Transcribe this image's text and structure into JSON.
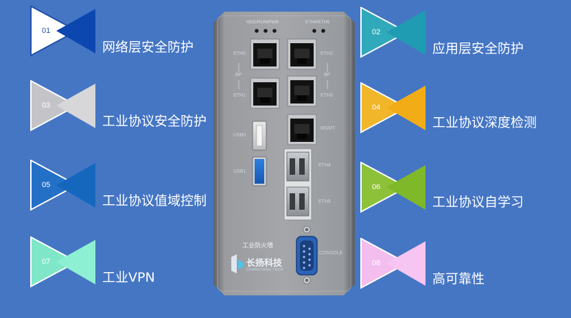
{
  "features": [
    {
      "num": "01",
      "label": "网络层安全防护",
      "colors": {
        "outline": "#1f4fa8",
        "light": "#1f4fa8",
        "dark": "#0c47b0"
      }
    },
    {
      "num": "02",
      "label": "应用层安全防护",
      "colors": {
        "outline": "#29a7b8",
        "light": "#30a9ba",
        "dark": "#1f9cb1"
      }
    },
    {
      "num": "03",
      "label": "工业协议安全防护",
      "colors": {
        "outline": "#b9b9bd",
        "light": "#c4c4c8",
        "dark": "#d7d7da"
      }
    },
    {
      "num": "04",
      "label": "工业协议深度检测",
      "colors": {
        "outline": "#f0b31f",
        "light": "#f1b62a",
        "dark": "#f2ad16"
      }
    },
    {
      "num": "05",
      "label": "工业协议值域控制",
      "colors": {
        "outline": "#1f6fca",
        "light": "#2470c7",
        "dark": "#1467bd"
      }
    },
    {
      "num": "06",
      "label": "工业协议自学习",
      "colors": {
        "outline": "#86bd2d",
        "light": "#8dc13a",
        "dark": "#7fb828"
      }
    },
    {
      "num": "07",
      "label": "工业VPN",
      "colors": {
        "outline": "#6de0c0",
        "light": "#7fe6c8",
        "dark": "#8ef0d2"
      }
    },
    {
      "num": "08",
      "label": "高可靠性",
      "colors": {
        "outline": "#f0b4ec",
        "light": "#f3bdee",
        "dark": "#f6c5f2"
      }
    }
  ],
  "device": {
    "top_left_label": "HDD/RUN/PWR",
    "top_right_label": "ETH4/ETH5",
    "ports": {
      "eth0": "ETH0",
      "bp_left": "BP",
      "eth1": "ETH1",
      "eth2": "ETH2",
      "bp_right": "BP",
      "eth3": "ETH3",
      "mgmt": "MGMT",
      "usb0": "USB0",
      "usb1": "USB1",
      "eth4": "ETH4",
      "eth5": "ETH5",
      "console": "CONSOLE"
    },
    "product_name": "工业防火墙",
    "brand_cn": "长扬科技",
    "brand_en": "CHANGYANG TECH"
  }
}
